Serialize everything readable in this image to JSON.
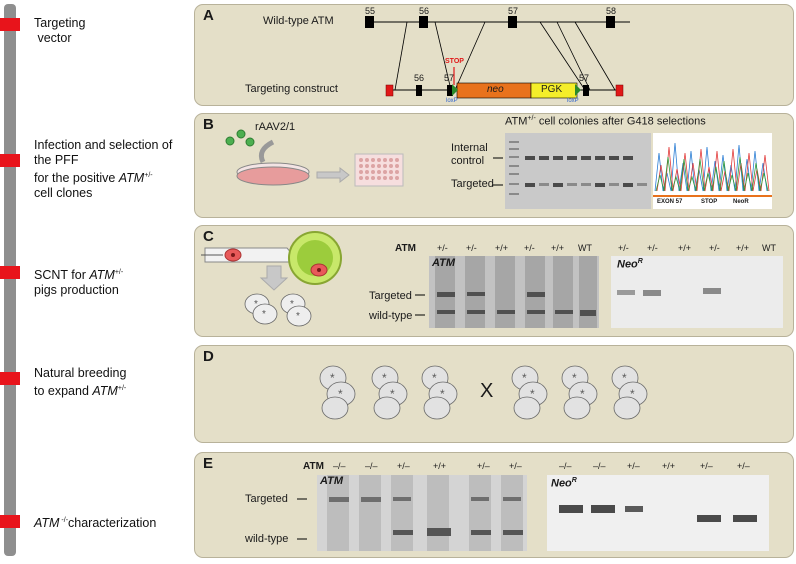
{
  "timeline": {
    "steps": [
      {
        "label": "Targeting\n vector"
      },
      {
        "label": "Infection and selection of\nthe PFF\nfor the positive ATM+/-\ncell clones"
      },
      {
        "label": "SCNT for ATM+/-\npigs production"
      },
      {
        "label": "Natural breeding\nto expand ATM+/-"
      },
      {
        "label": "ATM -/-characterization"
      }
    ]
  },
  "panelA": {
    "letter": "A",
    "wildtype_label": "Wild-type ATM",
    "construct_label": "Targeting construct",
    "exons_wt": [
      "55",
      "56",
      "57",
      "58"
    ],
    "exons_construct": [
      "56",
      "57",
      "57"
    ],
    "stop_label": "STOP",
    "neo_label": "neo",
    "pgk_label": "PGK",
    "loxp_label": "loxP"
  },
  "panelB": {
    "letter": "B",
    "virus_label": "rAAV2/1",
    "title_prefix": "ATM",
    "title_sup": "+/-",
    "title_suffix": "cell colonies after G418 selections",
    "internal_control": "Internal\ncontrol",
    "targeted": "Targeted",
    "seq_labels": [
      "EXON 57",
      "STOP",
      "NeoR"
    ]
  },
  "panelC": {
    "letter": "C",
    "atm_header": "ATM",
    "genotypes_left": [
      "+/-",
      "+/-",
      "+/+",
      "+/-",
      "+/+",
      "WT"
    ],
    "genotypes_right": [
      "+/-",
      "+/-",
      "+/+",
      "+/-",
      "+/+",
      "WT"
    ],
    "gel_left_label": "ATM",
    "gel_right_label": "NeoR",
    "targeted": "Targeted",
    "wildtype": "wild-type"
  },
  "panelD": {
    "letter": "D",
    "cross_symbol": "X"
  },
  "panelE": {
    "letter": "E",
    "atm_header": "ATM",
    "genotypes_left": [
      "–/–",
      "–/–",
      "+/–",
      "+/+",
      "+/–",
      "+/–"
    ],
    "genotypes_right": [
      "–/–",
      "–/–",
      "+/–",
      "+/+",
      "+/–",
      "+/–"
    ],
    "gel_left_label": "ATM",
    "gel_right_label": "NeoR",
    "targeted": "Targeted",
    "wildtype": "wild-type"
  },
  "colors": {
    "panel_bg": "#e4dfc8",
    "marker_red": "#e8141b",
    "neo_orange": "#e8721c",
    "pgk_yellow": "#f4ee2a",
    "timeline_gray": "#8f8f8f"
  }
}
